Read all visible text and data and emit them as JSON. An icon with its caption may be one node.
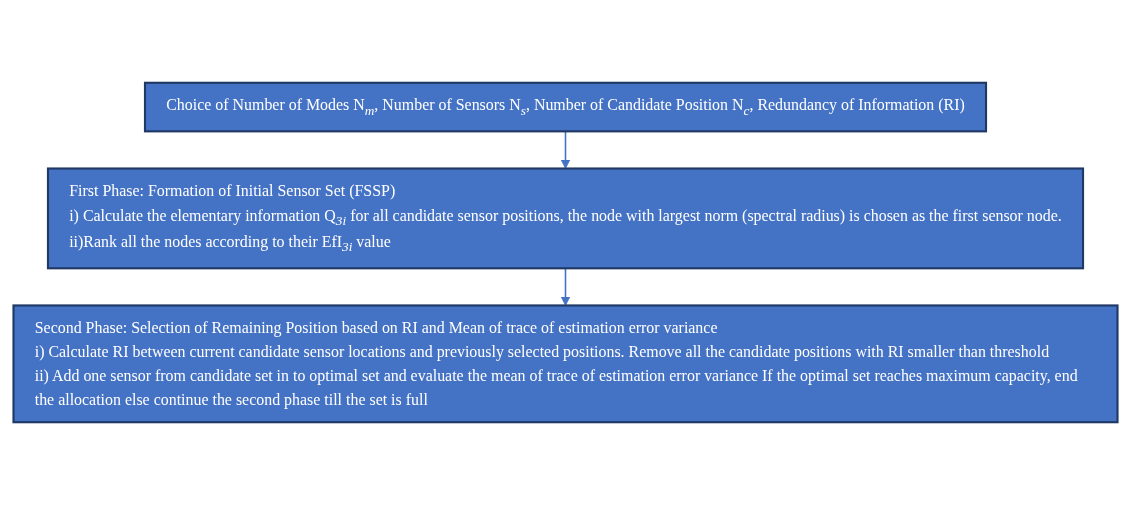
{
  "diagram": {
    "nodes": [
      {
        "text": [
          "Choice of Number of Modes N$_{m}$, Number of Sensors N$_{s}$, Number of Candidate Position N$_{c}$, Redundancy of Information (RI)"
        ]
      },
      {
        "text": [
          "First Phase: Formation of Initial Sensor Set (FSSP)",
          "i) Calculate the elementary information Q$_{3i}$ for all candidate sensor positions, the node with largest norm (spectral radius) is chosen as the first sensor node.",
          "ii)Rank all the nodes according to their EfI$_{3i}$ value"
        ]
      },
      {
        "text": [
          "Second Phase: Selection of Remaining Position based on RI and Mean of trace of estimation error variance",
          "i) Calculate RI between current candidate sensor locations and previously selected positions. Remove all the candidate positions with RI smaller than threshold",
          "ii) Add one sensor from candidate set in to optimal set and evaluate the mean of trace of estimation error variance If the optimal set reaches maximum capacity, end the allocation else continue the second phase till the set is full"
        ]
      }
    ],
    "edges": [
      {
        "from": 0,
        "to": 1,
        "arrow": "to"
      },
      {
        "from": 1,
        "to": 2,
        "arrow": "to"
      }
    ]
  }
}
